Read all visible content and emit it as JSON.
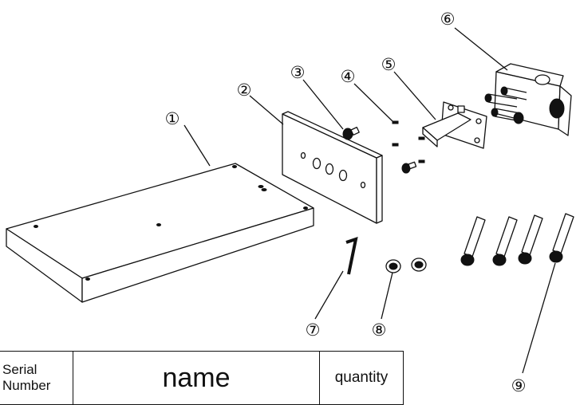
{
  "callouts": [
    {
      "id": "1",
      "label": "①"
    },
    {
      "id": "2",
      "label": "②"
    },
    {
      "id": "3",
      "label": "③"
    },
    {
      "id": "4",
      "label": "④"
    },
    {
      "id": "5",
      "label": "⑤"
    },
    {
      "id": "6",
      "label": "⑥"
    },
    {
      "id": "7",
      "label": "⑦"
    },
    {
      "id": "8",
      "label": "⑧"
    },
    {
      "id": "9",
      "label": "⑨"
    }
  ],
  "table": {
    "headers": {
      "serial_line1": "Serial",
      "serial_line2": "Number",
      "name": "name",
      "quantity": "quantity"
    }
  }
}
